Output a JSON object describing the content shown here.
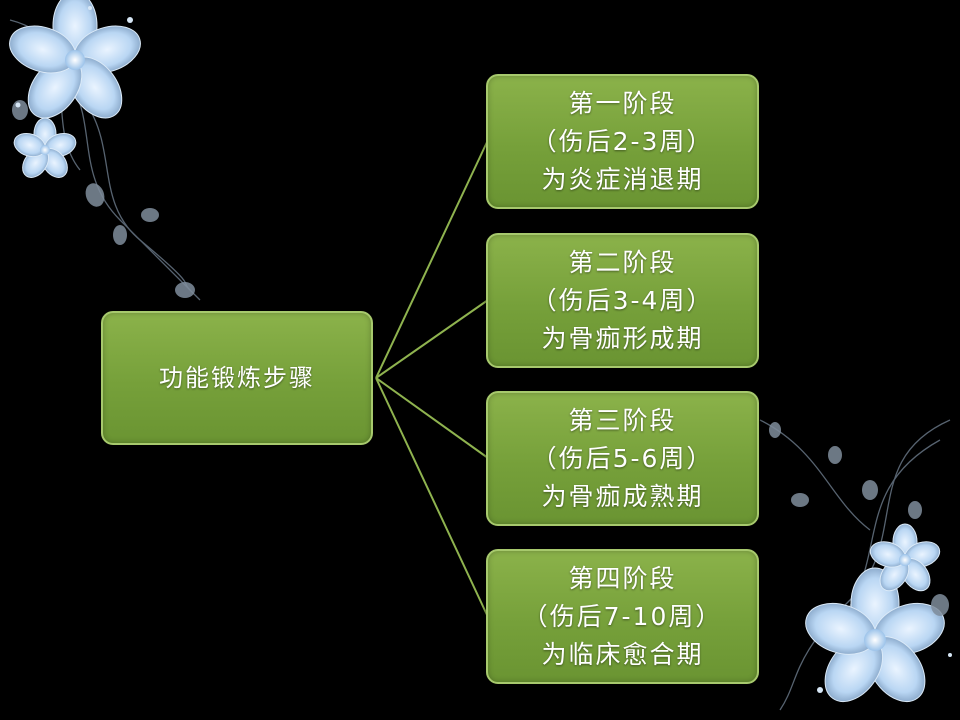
{
  "root": {
    "label": "功能锻炼步骤"
  },
  "stages": [
    {
      "title": "第一阶段",
      "period": "（伤后2-3周）",
      "description": "为炎症消退期"
    },
    {
      "title": "第二阶段",
      "period": "（伤后3-4周）",
      "description": "为骨痂形成期"
    },
    {
      "title": "第三阶段",
      "period": "（伤后5-6周）",
      "description": "为骨痂成熟期"
    },
    {
      "title": "第四阶段",
      "period": "（伤后7-10周）",
      "description": "为临床愈合期"
    }
  ],
  "colors": {
    "background": "#000000",
    "box_fill": "#7aa33c",
    "box_border": "#a7c96d",
    "connector": "#8fb34f",
    "text": "#ffffff",
    "flower": "#cfe3f7"
  }
}
